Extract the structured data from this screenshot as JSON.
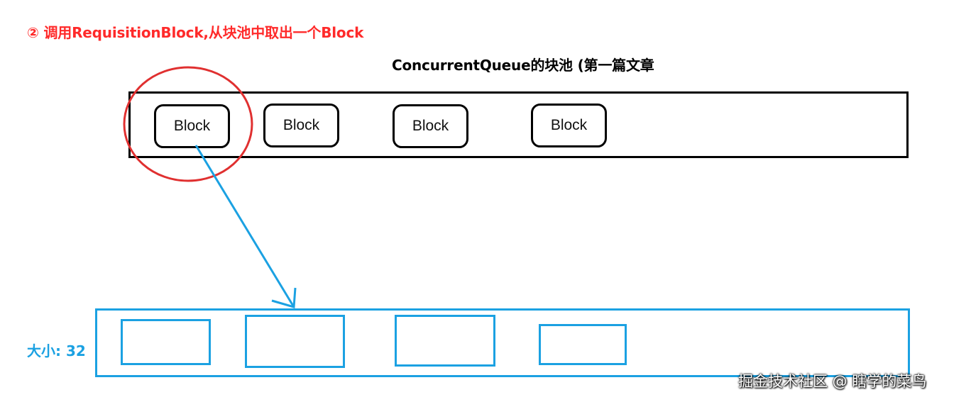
{
  "heading": "② 调用RequisitionBlock,从块池中取出一个Block",
  "pool_title": "ConcurrentQueue的块池  (第一篇文章",
  "blocks": [
    "Block",
    "Block",
    "Block",
    "Block"
  ],
  "size_label": "大小: 32",
  "watermark": "掘金技术社区 @ 瞎学的菜鸟",
  "colors": {
    "heading_red": "#ff2a2a",
    "circle_red": "#e03030",
    "arrow_blue": "#1ba1e2",
    "outline_black": "#000000"
  }
}
